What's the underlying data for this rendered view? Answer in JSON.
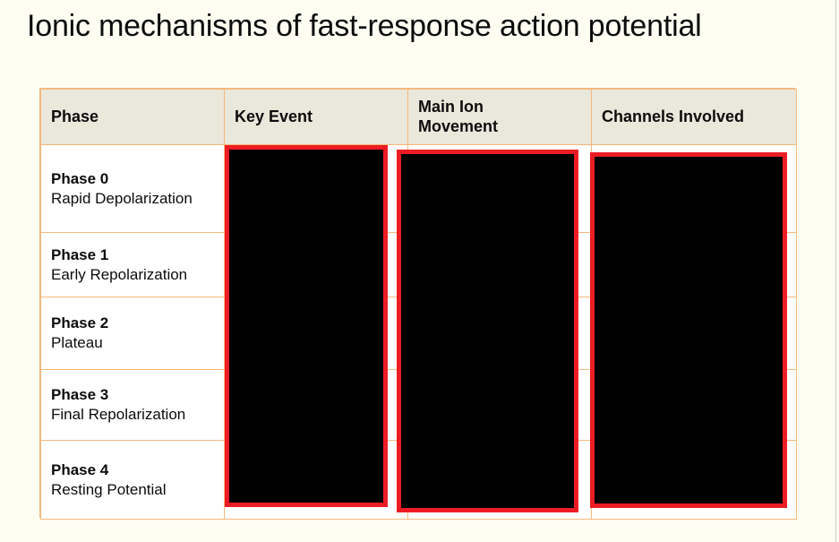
{
  "slide": {
    "title": "Ionic mechanisms of fast-response action potential",
    "background_color": "#FDFDF2"
  },
  "table": {
    "border_color": "#F5B87C",
    "header_background": "#EAE7DB",
    "body_background": "#FFFFFF",
    "headers": [
      "Phase",
      "Key Event",
      "Main Ion\nMovement",
      "Channels Involved"
    ],
    "header_main_ion_line1": "Main Ion",
    "header_main_ion_line2": "Movement",
    "rows": [
      {
        "phase": "Phase 0",
        "description": "Rapid Depolarization"
      },
      {
        "phase": "Phase 1",
        "description": "Early Repolarization"
      },
      {
        "phase": "Phase 2",
        "description": "Plateau"
      },
      {
        "phase": "Phase 3",
        "description": "Final Repolarization"
      },
      {
        "phase": "Phase 4",
        "description": "Resting Potential"
      }
    ]
  },
  "redactions": {
    "fill_color": "#000000",
    "outline_color": "#ED1C24",
    "covered_columns": [
      "Key Event",
      "Main Ion Movement",
      "Channels Involved"
    ]
  }
}
